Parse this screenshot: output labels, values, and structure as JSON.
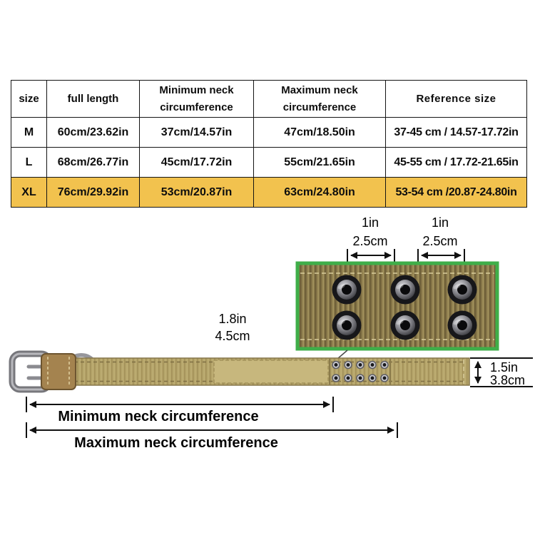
{
  "size_table": {
    "columns": [
      "size",
      "full length",
      "Minimum neck circumference",
      "Maximum neck circumference",
      "Reference size"
    ],
    "rows": [
      {
        "cells": [
          "M",
          "60cm/23.62in",
          "37cm/14.57in",
          "47cm/18.50in",
          "37-45 cm / 14.57-17.72in"
        ],
        "highlight": false
      },
      {
        "cells": [
          "L",
          "68cm/26.77in",
          "45cm/17.72in",
          "55cm/21.65in",
          "45-55 cm / 17.72-21.65in"
        ],
        "highlight": false
      },
      {
        "cells": [
          "XL",
          "76cm/29.92in",
          "53cm/20.87in",
          "63cm/24.80in",
          "53-54 cm /20.87-24.80in"
        ],
        "highlight": true
      }
    ],
    "highlight_color": "#f2c24e"
  },
  "diagram": {
    "spacing_dims": [
      {
        "in": "1in",
        "cm": "2.5cm"
      },
      {
        "in": "1in",
        "cm": "2.5cm"
      }
    ],
    "webbing_height_dim": {
      "in": "1.8in",
      "cm": "4.5cm"
    },
    "strap_width_dim": {
      "in": "1.5in",
      "cm": "3.8cm"
    },
    "min_circumference_label": "Minimum neck circumference",
    "max_circumference_label": "Maximum neck circumference",
    "colors": {
      "inset_border": "#3fae49",
      "webbing": "#8d7c4c",
      "strap": "#b5a46a",
      "metal": "#8e8e92",
      "grommet": "#17171a"
    }
  }
}
